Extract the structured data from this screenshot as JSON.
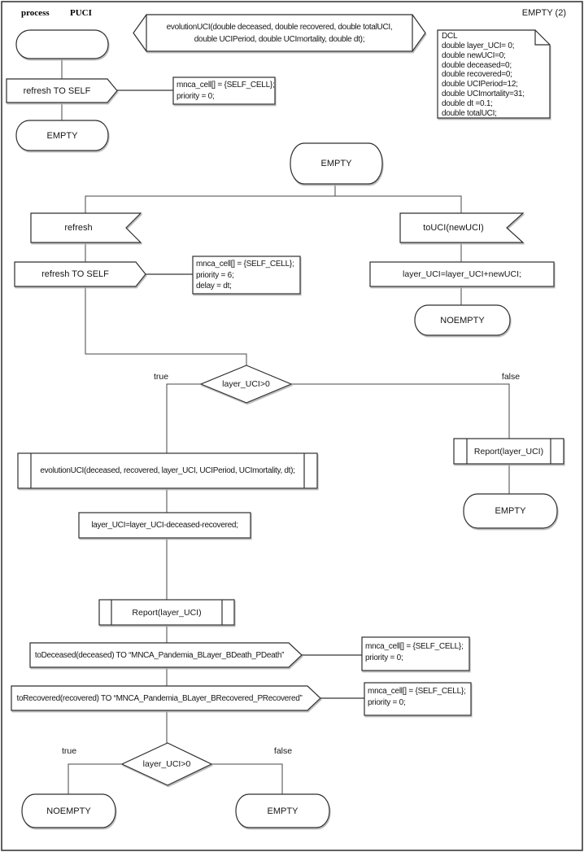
{
  "header": {
    "process_label": "process",
    "process_name": "PUCI",
    "page_label": "EMPTY (2)"
  },
  "declaration": {
    "lines": [
      "evolutionUCI(double deceased, double recovered, double totalUCI,",
      "double UCIPeriod, double UCImortality, double dt);"
    ]
  },
  "dcl": {
    "lines": [
      "DCL",
      "double layer_UCI= 0;",
      "double newUCI=0;",
      "double deceased=0;",
      "double recovered=0;",
      "double UCIPeriod=12;",
      "double UCImortality=31;",
      "double dt =0.1;",
      "double totalUCI;"
    ]
  },
  "part1": {
    "output_refresh": "refresh TO SELF",
    "state_empty": "EMPTY",
    "comment": {
      "lines": [
        "mnca_cell[] = {SELF_CELL};",
        "priority = 0;"
      ]
    }
  },
  "part2": {
    "state_start": "EMPTY",
    "input_refresh": "refresh",
    "output_refresh": "refresh TO SELF",
    "comment_refresh": {
      "lines": [
        "mnca_cell[] = {SELF_CELL};",
        "priority = 6;",
        "delay = dt;"
      ]
    },
    "input_touci": "toUCI(newUCI)",
    "task_add": "layer_UCI=layer_UCI+newUCI;",
    "state_noempty": "NOEMPTY",
    "decision1": {
      "condition": "layer_UCI>0",
      "true_label": "true",
      "false_label": "false"
    },
    "proc_report_false": "Report(layer_UCI)",
    "state_empty_false": "EMPTY",
    "proc_evolution": "evolutionUCI(deceased, recovered, layer_UCI, UCIPeriod, UCImortality, dt);",
    "task_sub": "layer_UCI=layer_UCI-deceased-recovered;",
    "proc_report": "Report(layer_UCI)",
    "output_deceased": "toDeceased(deceased) TO “MNCA_Pandemia_BLayer_BDeath_PDeath”",
    "comment_deceased": {
      "lines": [
        "mnca_cell[] = {SELF_CELL};",
        "priority = 0;"
      ]
    },
    "output_recovered": "toRecovered(recovered) TO “MNCA_Pandemia_BLayer_BRecovered_PRecovered”",
    "comment_recovered": {
      "lines": [
        "mnca_cell[] = {SELF_CELL};",
        "priority = 0;"
      ]
    },
    "decision2": {
      "condition": "layer_UCI>0",
      "true_label": "true",
      "false_label": "false"
    },
    "state_noempty_end": "NOEMPTY",
    "state_empty_end": "EMPTY"
  },
  "colors": {
    "line": "#474747",
    "comment_line": "#808080",
    "shape_border": "#2d2d2d",
    "shape_fill": "#ffffff",
    "shadow": "#b0b0b0",
    "text": "#161616"
  }
}
